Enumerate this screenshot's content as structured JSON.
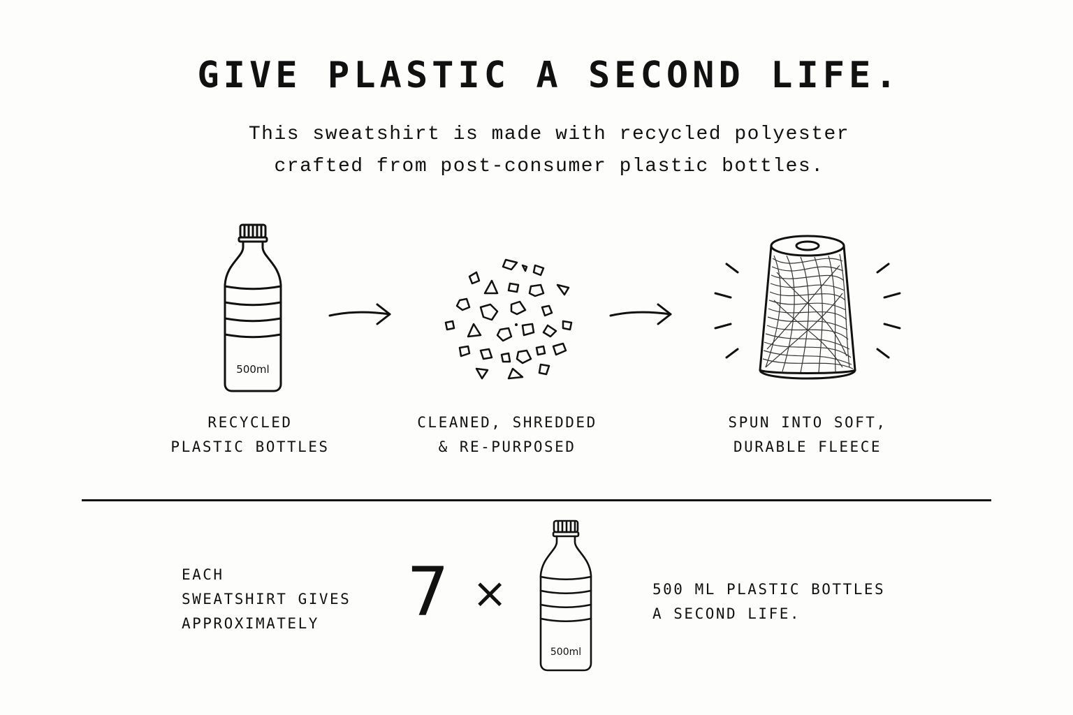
{
  "headline": "GIVE PLASTIC A SECOND LIFE.",
  "subtitle": {
    "line1": "This sweatshirt is made with recycled polyester",
    "line2": "crafted from post-consumer plastic bottles."
  },
  "steps": [
    {
      "icon": "bottle-icon",
      "line1": "RECYCLED",
      "line2": "PLASTIC BOTTLES",
      "bottle_label": "500ml"
    },
    {
      "icon": "shredded-flakes-icon",
      "line1": "CLEANED, SHREDDED",
      "line2": "& RE-PURPOSED"
    },
    {
      "icon": "yarn-spool-icon",
      "line1": "SPUN INTO SOFT,",
      "line2": "DURABLE FLEECE"
    }
  ],
  "stat": {
    "lead_line1": "EACH",
    "lead_line2": "SWEATSHIRT GIVES",
    "lead_line3": "APPROXIMATELY",
    "count": "7",
    "multiplier": "×",
    "bottle_label": "500ml",
    "tail_line1": "500 ML PLASTIC BOTTLES",
    "tail_line2": "A SECOND LIFE."
  },
  "colors": {
    "background": "#fdfdfc",
    "ink": "#111111"
  }
}
